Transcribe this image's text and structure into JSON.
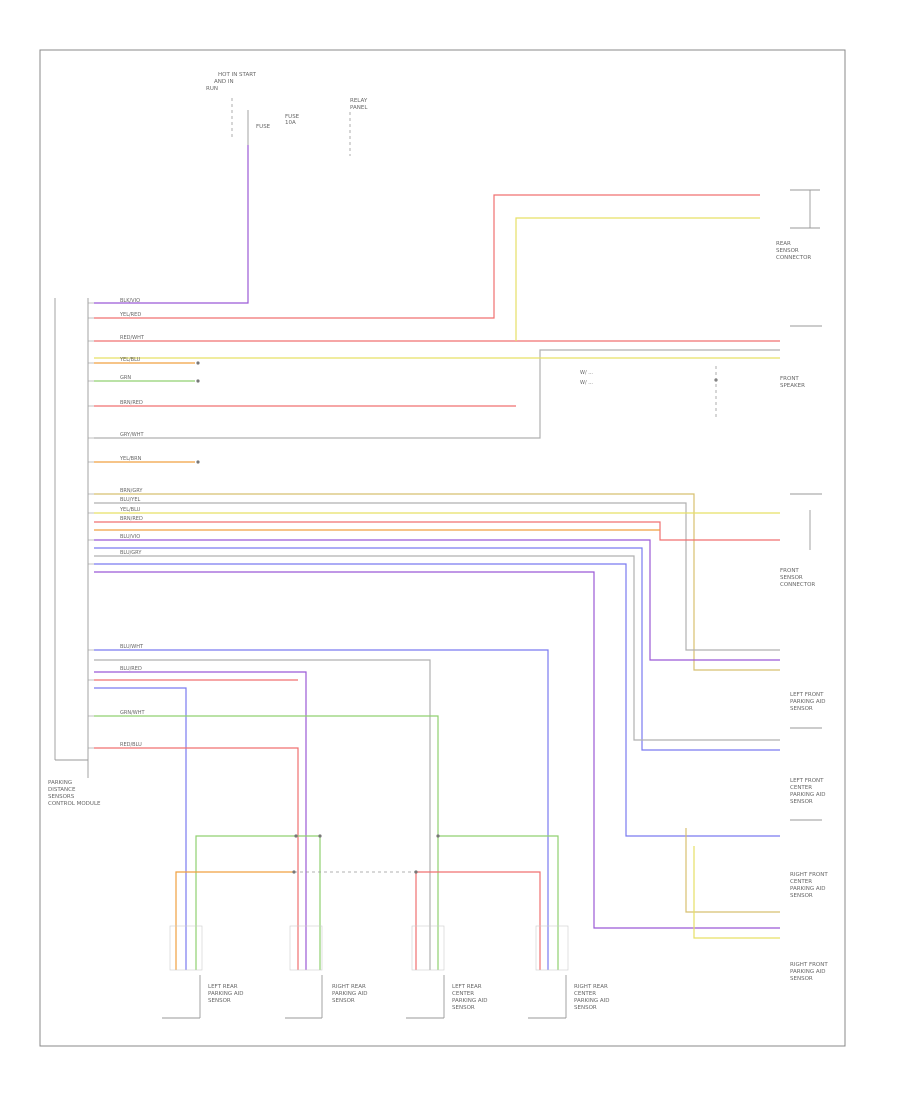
{
  "diagram": {
    "footer_code": "",
    "components": {
      "module": [
        "PARKING",
        "DISTANCE",
        "SENSORS",
        "CONTROL MODULE"
      ],
      "fuse_box": [
        "HOT IN START",
        "AND IN",
        "RUN"
      ],
      "fuse": [
        "FUSE"
      ],
      "relay_panel": [
        "RELAY",
        "PANEL"
      ],
      "rear_sensor_top": [
        "REAR",
        "SENSOR",
        "CONNECTOR"
      ],
      "speaker": [
        "FRONT",
        "SPEAKER"
      ],
      "speaker_legend": [
        "W/ ...",
        "W/ ..."
      ],
      "front_speaker_mid": [
        "FRONT",
        "SENSOR",
        "CONNECTOR"
      ],
      "left_front": [
        "LEFT FRONT",
        "PARKING AID",
        "SENSOR"
      ],
      "left_front_center": [
        "LEFT FRONT",
        "CENTER",
        "PARKING AID",
        "SENSOR"
      ],
      "right_front_center": [
        "RIGHT FRONT",
        "CENTER",
        "PARKING AID",
        "SENSOR"
      ],
      "right_front": [
        "RIGHT FRONT",
        "PARKING AID",
        "SENSOR"
      ],
      "left_rear": [
        "LEFT REAR",
        "PARKING AID",
        "SENSOR"
      ],
      "right_rear": [
        "RIGHT REAR",
        "PARKING AID",
        "SENSOR"
      ],
      "left_rear_center": [
        "LEFT REAR",
        "CENTER",
        "PARKING AID",
        "SENSOR"
      ],
      "right_rear_center": [
        "RIGHT REAR",
        "CENTER",
        "PARKING AID",
        "SENSOR"
      ]
    },
    "wire_labels": {
      "w1": "BLK/VIO",
      "w2": "YEL/RED",
      "w3": "RED/WHT",
      "w4": "YEL/BLU",
      "w5": "GRN",
      "w6": "BRN/RED",
      "w7": "GRY/WHT",
      "w8": "YEL/BRN",
      "w9": "BRN/GRY",
      "w10": "BLU/YEL",
      "w11": "YEL/BLU",
      "w12": "BRN/RED",
      "w13": "BLU/VIO",
      "w14": "BLU/GRY",
      "w15": "BLU/WHT",
      "w16": "BLU/RED",
      "w17": "GRN/WHT",
      "w18": "RED/BLU"
    },
    "colors": {
      "violet": "#9b59d6",
      "red": "#f07070",
      "yellow": "#e6e066",
      "orange": "#f0a040",
      "green": "#90d070",
      "gray": "#b0b0b0",
      "blue": "#7a7af0",
      "tan": "#d8c070"
    }
  }
}
